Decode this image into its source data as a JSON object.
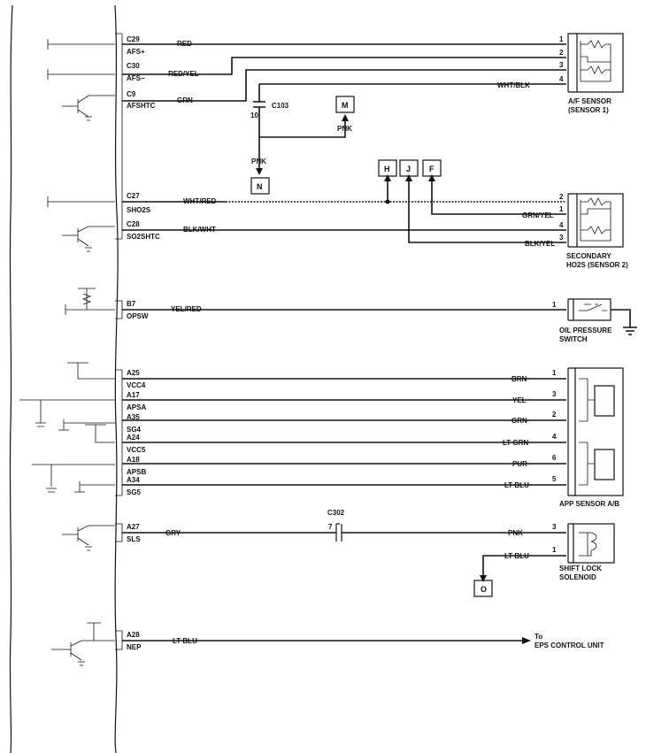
{
  "ecm_pins": [
    {
      "pin": "C29",
      "signal": "AFS+"
    },
    {
      "pin": "C30",
      "signal": "AFS−"
    },
    {
      "pin": "C9",
      "signal": "AFSHTC"
    },
    {
      "pin": "C27",
      "signal": "SHO2S"
    },
    {
      "pin": "C28",
      "signal": "SO2SHTC"
    },
    {
      "pin": "B7",
      "signal": "OPSW"
    },
    {
      "pin": "A25",
      "signal": "VCC4"
    },
    {
      "pin": "A17",
      "signal": "APSA"
    },
    {
      "pin": "A35",
      "signal": "SG4"
    },
    {
      "pin": "A24",
      "signal": "VCC5"
    },
    {
      "pin": "A18",
      "signal": "APSB"
    },
    {
      "pin": "A34",
      "signal": "SG5"
    },
    {
      "pin": "A27",
      "signal": "SLS"
    },
    {
      "pin": "A28",
      "signal": "NEP"
    }
  ],
  "wire_colors": {
    "c29": "RED",
    "c30": "RED/YEL",
    "c9": "GRN",
    "af4": "WHT/BLK",
    "c27": "WHT/RED",
    "grn_yel": "GRN/YEL",
    "c28": "BLK/WHT",
    "blk_yel": "BLK/YEL",
    "b7": "YEL/RED",
    "brn": "BRN",
    "yel": "YEL",
    "grn": "GRN",
    "lt_grn": "LT GRN",
    "pur": "PUR",
    "lt_blu_app": "LT BLU",
    "a27": "GRY",
    "pnk_sol": "PNK",
    "lt_blu_sol": "LT BLU",
    "a28": "LT BLU",
    "pnk_c103": "PNK",
    "pnk_m": "PNK"
  },
  "connector_pins": {
    "af": [
      "1",
      "2",
      "3",
      "4"
    ],
    "ho2s": [
      "2",
      "1",
      "4",
      "3"
    ],
    "oil": [
      "1"
    ],
    "app": [
      "1",
      "3",
      "2",
      "4",
      "6",
      "5"
    ],
    "sol": [
      "3",
      "1"
    ],
    "c302": "7",
    "c103": "10"
  },
  "connectors": {
    "c103": "C103",
    "c302": "C302"
  },
  "components": {
    "af_sensor": [
      "A/F SENSOR",
      "(SENSOR 1)"
    ],
    "ho2s": [
      "SECONDARY",
      "HO2S (SENSOR 2)"
    ],
    "oil": [
      "OIL PRESSURE",
      "SWITCH"
    ],
    "app": "APP SENSOR A/B",
    "sol": [
      "SHIFT LOCK",
      "SOLENOID"
    ],
    "eps": [
      "To",
      "EPS CONTROL UNIT"
    ]
  },
  "ref_boxes": {
    "m": "M",
    "n": "N",
    "h": "H",
    "j": "J",
    "f": "F",
    "o": "O"
  }
}
